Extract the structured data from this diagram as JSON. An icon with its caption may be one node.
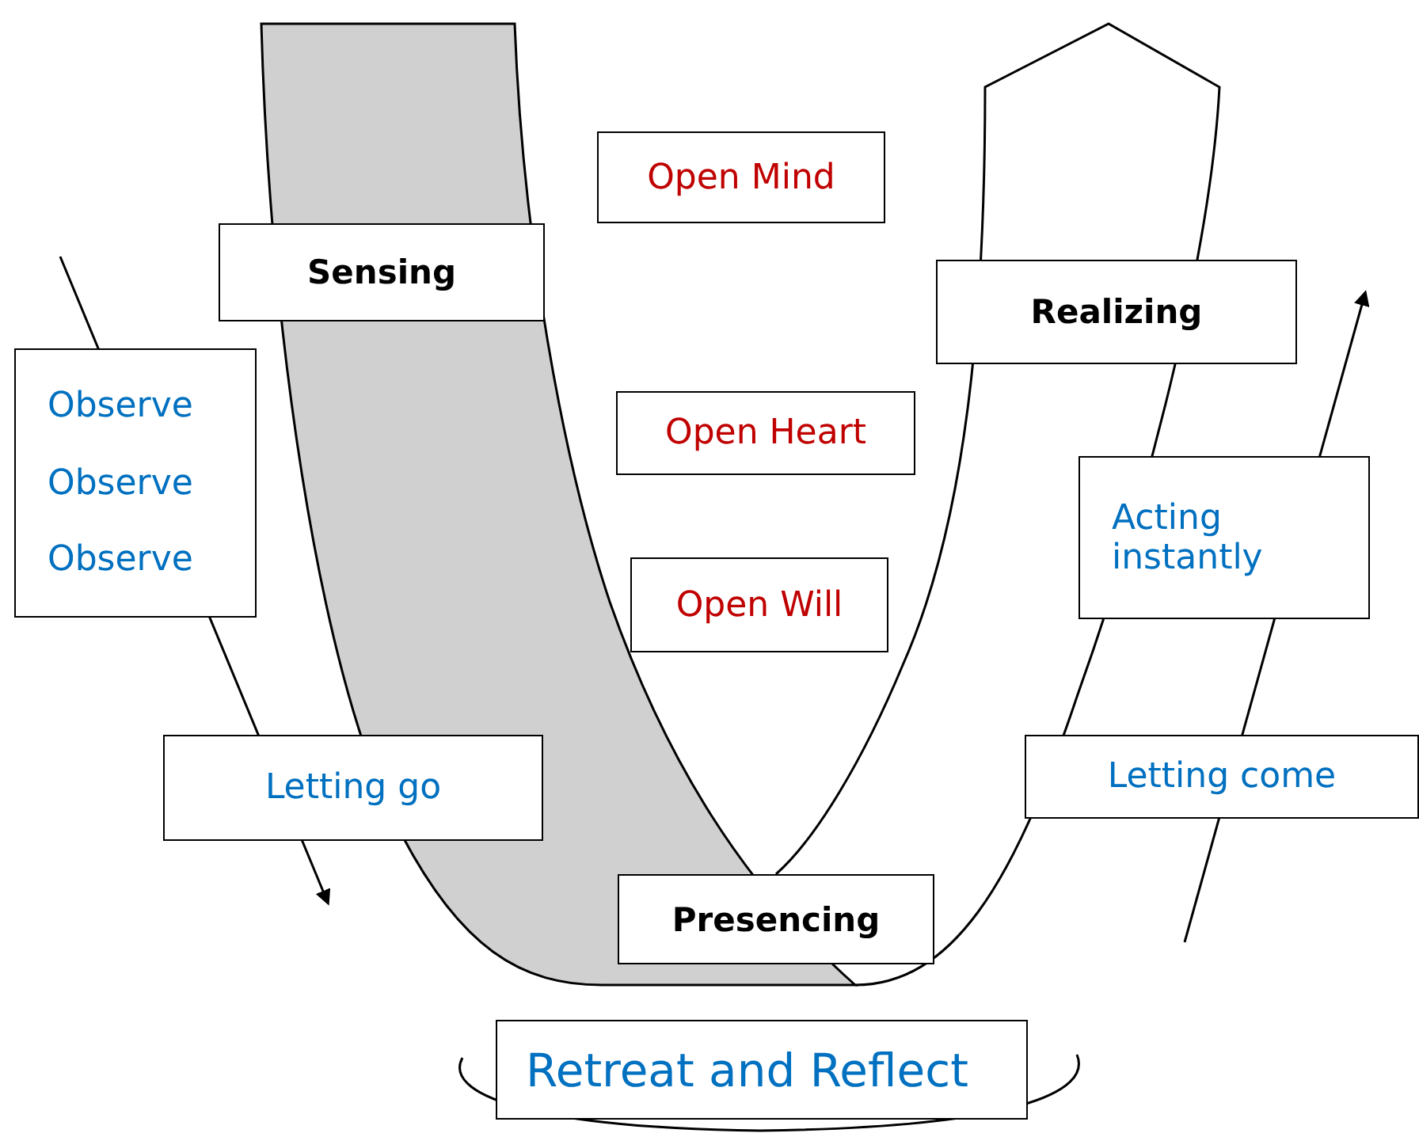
{
  "diagram": {
    "nodes": [
      {
        "text": [
          "Open Mind"
        ]
      },
      {
        "text": [
          "Sensing"
        ]
      },
      {
        "text": [
          "Realizing"
        ]
      },
      {
        "text": [
          "Observe",
          "Observe",
          "Observe"
        ]
      },
      {
        "text": [
          "Open Heart"
        ]
      },
      {
        "text": [
          "Acting instantly"
        ]
      },
      {
        "text": [
          "Open Will"
        ]
      },
      {
        "text": [
          "Letting go"
        ]
      },
      {
        "text": [
          "Letting come"
        ]
      },
      {
        "text": [
          "Presencing"
        ]
      },
      {
        "text": [
          "Retreat and Reflect"
        ]
      }
    ]
  }
}
